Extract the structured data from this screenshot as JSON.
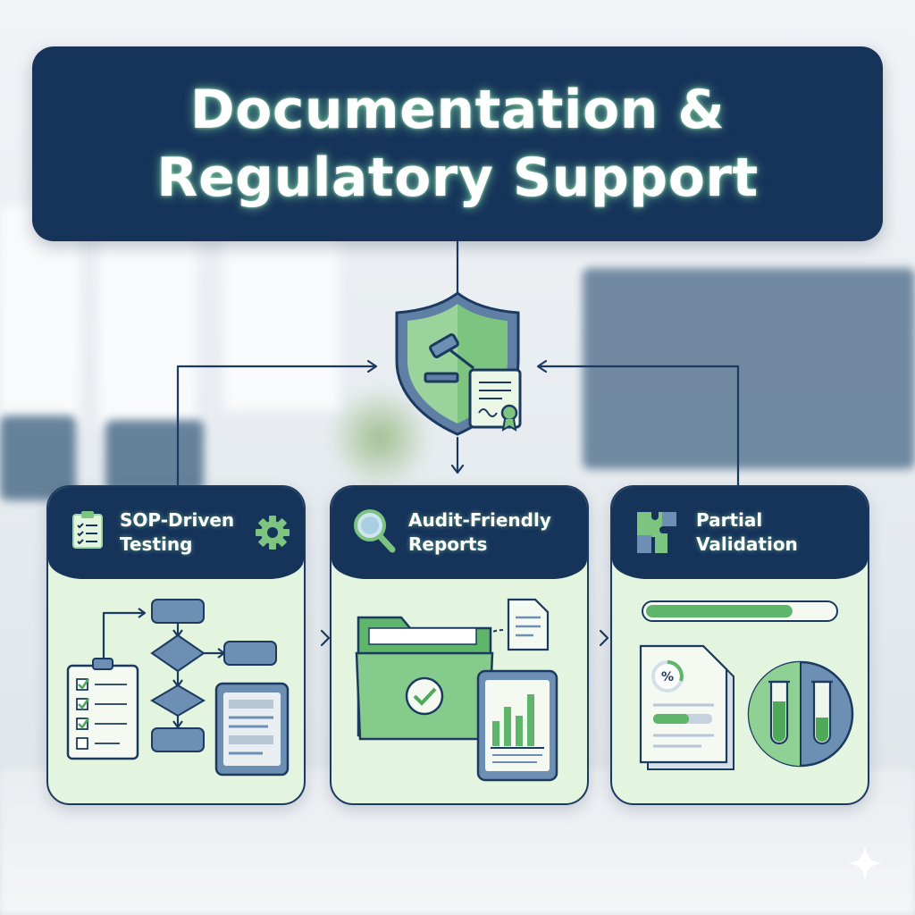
{
  "title": {
    "line1": "Documentation &",
    "line2": "Regulatory Support"
  },
  "cards": [
    {
      "id": "sop",
      "title_line1": "SOP-Driven",
      "title_line2": "Testing",
      "icons": [
        "clipboard-checklist-icon",
        "gear-icon"
      ]
    },
    {
      "id": "audit",
      "title_line1": "Audit-Friendly",
      "title_line2": "Reports",
      "icons": [
        "magnifier-icon"
      ]
    },
    {
      "id": "partial",
      "title_line1": "Partial",
      "title_line2": "Validation",
      "icons": [
        "puzzle-icon"
      ]
    }
  ],
  "center_icon": "shield-gavel-certificate-icon",
  "partial_validation": {
    "progress_fraction": 0.78,
    "document_symbol": "%"
  },
  "colors": {
    "navy": "#16335a",
    "green": "#7fc98a",
    "light_green": "#e3f4df",
    "slate_blue": "#6d8fb3"
  }
}
